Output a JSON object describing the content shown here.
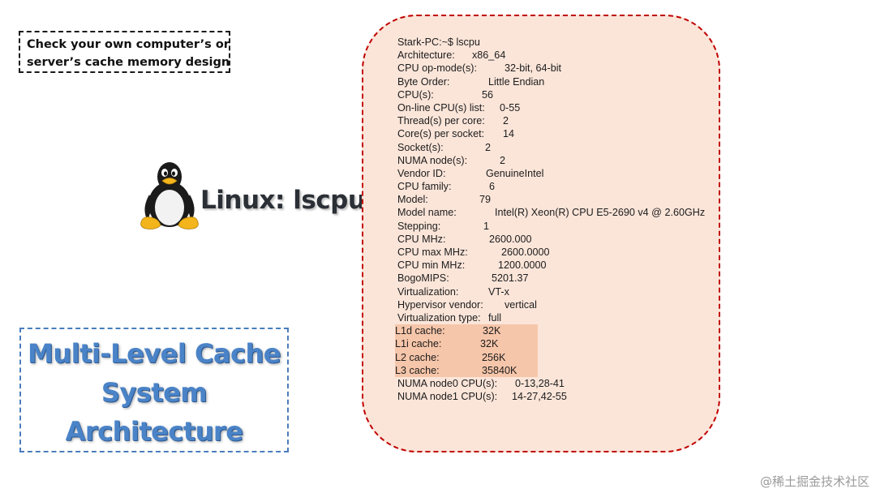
{
  "note": {
    "line1": "Check your own computer’s or",
    "line2": "server’s cache memory design"
  },
  "linux": {
    "label": "Linux: lscpu",
    "icon": "tux-penguin-icon"
  },
  "title": {
    "line1": "Multi-Level Cache",
    "line2": "System",
    "line3": "Architecture"
  },
  "terminal": {
    "prompt": "Stark-PC:~$ lscpu",
    "lines": [
      {
        "key": "Architecture:",
        "value": "x86_64"
      },
      {
        "key": "CPU op-mode(s):",
        "value": "32-bit, 64-bit"
      },
      {
        "key": "Byte Order:",
        "value": "Little Endian"
      },
      {
        "key": "CPU(s):",
        "value": "56"
      },
      {
        "key": "On-line CPU(s)  list:",
        "value": "0-55"
      },
      {
        "key": "Thread(s) per core:",
        "value": "2"
      },
      {
        "key": "Core(s) per socket:",
        "value": "14"
      },
      {
        "key": "Socket(s):",
        "value": "2"
      },
      {
        "key": "NUMA  node(s):",
        "value": "2"
      },
      {
        "key": "Vendor ID:",
        "value": "GenuineIntel"
      },
      {
        "key": "CPU family:",
        "value": "6"
      },
      {
        "key": "Model:",
        "value": "79"
      },
      {
        "key": "Model name:",
        "value": "Intel(R) Xeon(R) CPU E5-2690 v4 @ 2.60GHz"
      },
      {
        "key": "Stepping:",
        "value": "1"
      },
      {
        "key": "CPU MHz:",
        "value": "2600.000"
      },
      {
        "key": "CPU max MHz:",
        "value": "2600.0000"
      },
      {
        "key": "CPU min MHz:",
        "value": "1200.0000"
      },
      {
        "key": "BogoMIPS:",
        "value": "5201.37"
      },
      {
        "key": "Virtualization:",
        "value": "VT-x"
      },
      {
        "key": "Hypervisor vendor:",
        "value": "vertical"
      },
      {
        "key": "Virtualization type:",
        "value": "full"
      },
      {
        "key": "L1d cache:",
        "value": "32K"
      },
      {
        "key": "L1i cache:",
        "value": "32K"
      },
      {
        "key": "L2 cache:",
        "value": "256K"
      },
      {
        "key": "L3 cache:",
        "value": "35840K"
      },
      {
        "key": "NUMA  node0 CPU(s):",
        "value": "0-13,28-41"
      },
      {
        "key": "NUMA  node1 CPU(s):",
        "value": "14-27,42-55"
      }
    ]
  },
  "watermark": "@稀土掘金技术社区",
  "colors": {
    "panel_fill": "#fbe5d9",
    "panel_border": "#c00000",
    "cache_highlight": "#f6c6aa",
    "title_blue": "#4a83c7",
    "title_border": "#4a7dbd"
  }
}
